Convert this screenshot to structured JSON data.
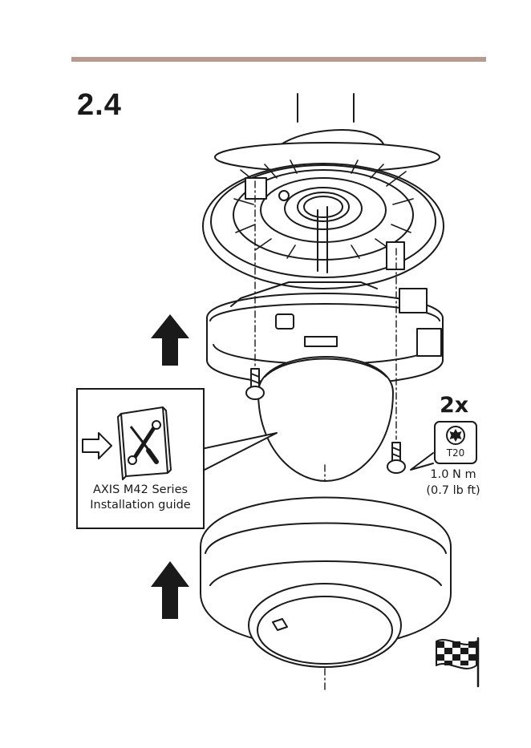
{
  "step": {
    "number": "2.4"
  },
  "manual": {
    "title": "AXIS M42 Series",
    "subtitle": "Installation guide"
  },
  "screws": {
    "count": "2x",
    "bit": "T20",
    "torque_metric": "1.0 N m",
    "torque_imperial": "(0.7 lb ft)"
  },
  "icons": {
    "arrow_upper": "up-arrow-icon",
    "arrow_lower": "up-arrow-icon",
    "pointer": "hollow-right-arrow-icon",
    "manual": "tools-manual-icon",
    "torx": "torx-bit-icon",
    "finish": "checkered-flag-icon"
  },
  "colors": {
    "rule": "#b89a90",
    "ink": "#1a1a1a"
  }
}
